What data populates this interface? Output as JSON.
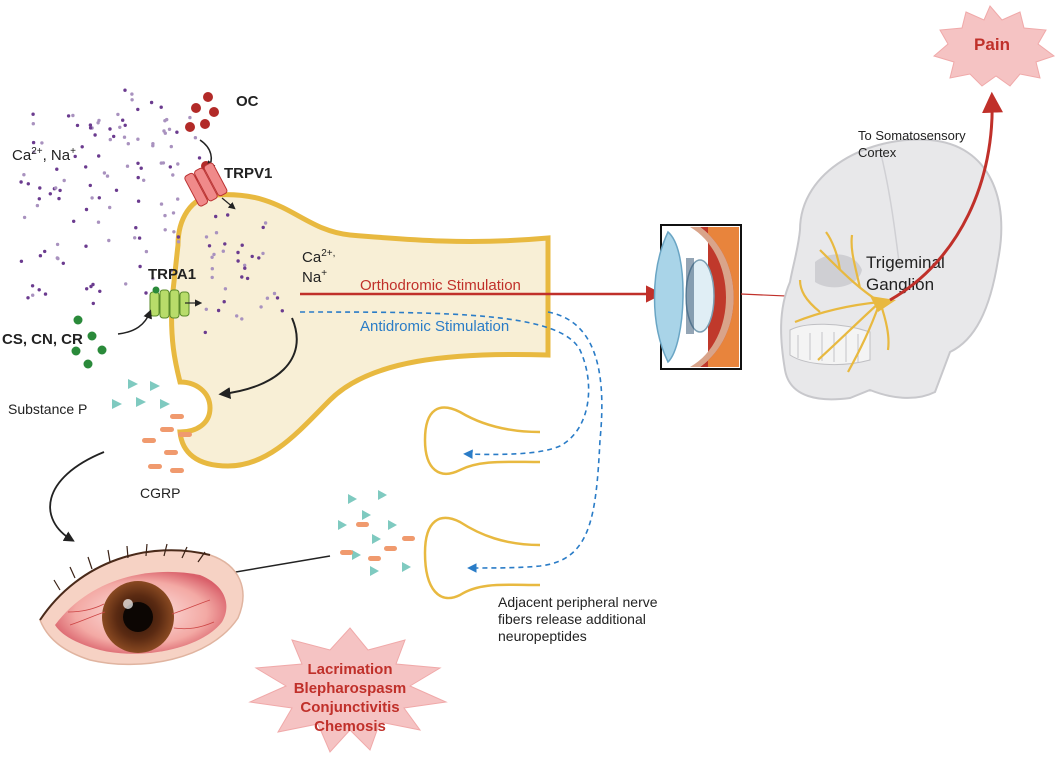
{
  "labels": {
    "oc": "OC",
    "trpv1": "TRPV1",
    "trpa1": "TRPA1",
    "ions_left_1": "Ca",
    "ions_left_sup1": "2+",
    "ions_left_2": ", Na",
    "ions_left_sup2": "+",
    "ions_inner_ca": "Ca",
    "ions_inner_ca_sup": "2+,",
    "ions_inner_na": "Na",
    "ions_inner_na_sup": "+",
    "stimulants": "CS, CN, CR",
    "substance_p": "Substance P",
    "cgrp": "CGRP",
    "orthodromic": "Orthodromic Stimulation",
    "antidromic": "Antidromic Stimulation",
    "trigeminal_1": "Trigeminal",
    "trigeminal_2": "Ganglion",
    "cortex_1": "To Somatosensory",
    "cortex_2": "Cortex",
    "pain": "Pain",
    "adjacent_1": "Adjacent peripheral nerve",
    "adjacent_2": "fibers release additional",
    "adjacent_3": "neuropeptides",
    "symptoms": [
      "Lacrimation",
      "Blepharospasm",
      "Conjunctivitis",
      "Chemosis"
    ]
  },
  "colors": {
    "orthodromic": "#c0302a",
    "antidromic": "#2a7cc7",
    "nerve_fill": "#f8efd6",
    "nerve_stroke": "#e8b940",
    "ion_dot": "#6b3b8f",
    "ion_dot_light": "#a992bf",
    "oc_dot": "#b22a28",
    "stimulant_dot": "#2a8a3a",
    "substance_p": "#7fcac0",
    "cgrp": "#f09a6e",
    "starburst": "#f5c3c3",
    "symptom_text": "#c0302a"
  }
}
